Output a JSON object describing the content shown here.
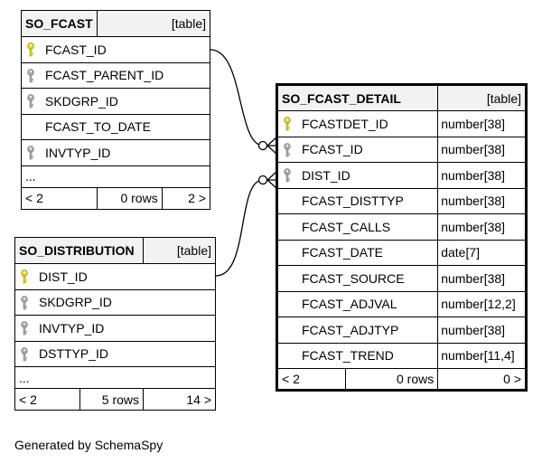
{
  "tables": {
    "fcast": {
      "name": "SO_FCAST",
      "kind": "[table]",
      "columns": [
        {
          "name": "FCAST_ID",
          "key": "primary"
        },
        {
          "name": "FCAST_PARENT_ID",
          "key": "foreign"
        },
        {
          "name": "SKDGRP_ID",
          "key": "foreign"
        },
        {
          "name": "FCAST_TO_DATE",
          "key": ""
        },
        {
          "name": "INVTYP_ID",
          "key": "foreign"
        }
      ],
      "ellipsis": "...",
      "footer": {
        "left": "< 2",
        "middle": "0 rows",
        "right": "2 >"
      }
    },
    "distribution": {
      "name": "SO_DISTRIBUTION",
      "kind": "[table]",
      "columns": [
        {
          "name": "DIST_ID",
          "key": "primary"
        },
        {
          "name": "SKDGRP_ID",
          "key": "foreign"
        },
        {
          "name": "INVTYP_ID",
          "key": "foreign"
        },
        {
          "name": "DSTTYP_ID",
          "key": "foreign"
        }
      ],
      "ellipsis": "...",
      "footer": {
        "left": "< 2",
        "middle": "5 rows",
        "right": "14 >"
      }
    },
    "detail": {
      "name": "SO_FCAST_DETAIL",
      "kind": "[table]",
      "columns": [
        {
          "name": "FCASTDET_ID",
          "type": "number[38]",
          "key": "primary"
        },
        {
          "name": "FCAST_ID",
          "type": "number[38]",
          "key": "foreign"
        },
        {
          "name": "DIST_ID",
          "type": "number[38]",
          "key": "foreign"
        },
        {
          "name": "FCAST_DISTTYP",
          "type": "number[38]",
          "key": ""
        },
        {
          "name": "FCAST_CALLS",
          "type": "number[38]",
          "key": ""
        },
        {
          "name": "FCAST_DATE",
          "type": "date[7]",
          "key": ""
        },
        {
          "name": "FCAST_SOURCE",
          "type": "number[38]",
          "key": ""
        },
        {
          "name": "FCAST_ADJVAL",
          "type": "number[12,2]",
          "key": ""
        },
        {
          "name": "FCAST_ADJTYP",
          "type": "number[38]",
          "key": ""
        },
        {
          "name": "FCAST_TREND",
          "type": "number[11,4]",
          "key": ""
        }
      ],
      "footer": {
        "left": "< 2",
        "middle": "0 rows",
        "right": "0 >"
      }
    }
  },
  "footer_text": "Generated by SchemaSpy",
  "colors": {
    "primary_key": "#e8d800",
    "foreign_key": "#a8a8a8",
    "header_bg": "#f2f2f2"
  }
}
